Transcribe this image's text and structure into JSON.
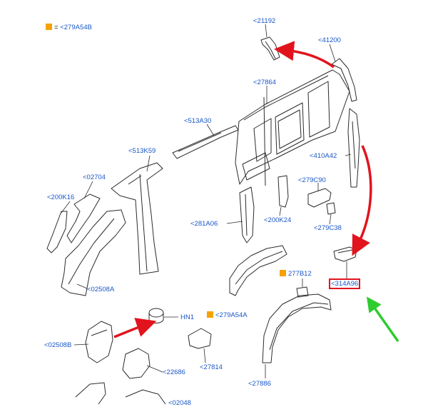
{
  "colors": {
    "label_text": "#1a57c8",
    "marker_square": "#f4a300",
    "line": "#2b2b2b",
    "red_arrow": "#e1141e",
    "green_arrow": "#2ecc2e",
    "highlight_box": "#e1141e"
  },
  "legend": {
    "equals": "=",
    "code": "<279A54B"
  },
  "labels": {
    "l21192": "<21192",
    "l41200": "<41200",
    "l27864": "<27864",
    "l513A30": "<513A30",
    "l513K59": "<513K59",
    "l02704": "<02704",
    "l200K16": "<200K16",
    "l410A42": "<410A42",
    "l279C90": "<279C90",
    "l281A06": "<281A06",
    "l200K24": "<200K24",
    "l279C38": "<279C38",
    "l02508A": "<02508A",
    "l277B12": "277B12",
    "l314A96": "<314A96",
    "lHN1": "HN1",
    "l279A54A": "<279A54A",
    "l02508B": "<02508B",
    "l22686": "<22686",
    "l27814": "<27814",
    "l27886": "<27886",
    "l02048": "<02048"
  },
  "icons": {
    "marker": "orange-square-marker-icon",
    "red_arrow": "red-curved-arrow-icon",
    "green_arrow": "green-pointer-arrow-icon"
  }
}
